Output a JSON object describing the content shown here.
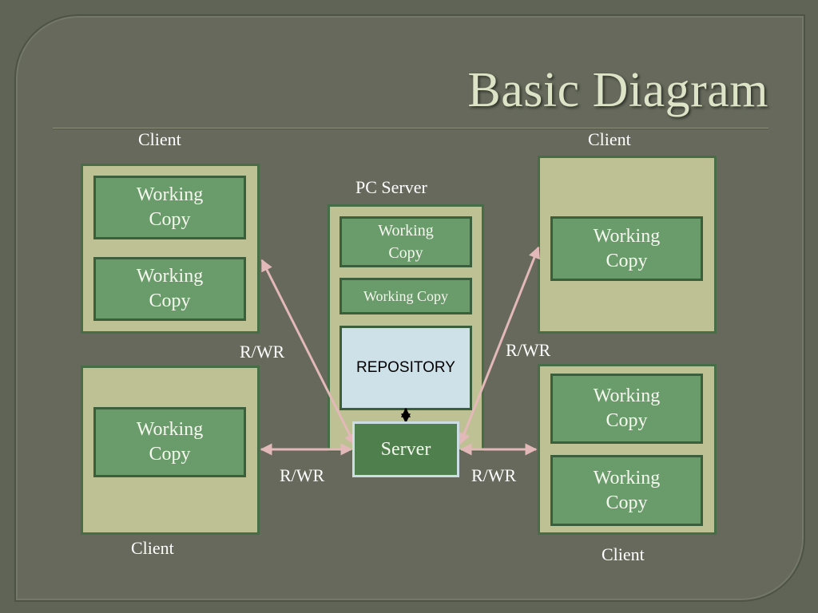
{
  "title": "Basic Diagram",
  "labels": {
    "client": "Client",
    "pc_server": "PC Server",
    "rw": "R/WR",
    "working_copy": "Working Copy",
    "repository": "REPOSITORY",
    "server": "Server"
  },
  "colors": {
    "background": "#66695b",
    "panel": "#bec193",
    "working_copy": "#6a9b6b",
    "repository": "#cee0e8",
    "server": "#4f7f4c",
    "arrow": "#e3b8b8"
  }
}
